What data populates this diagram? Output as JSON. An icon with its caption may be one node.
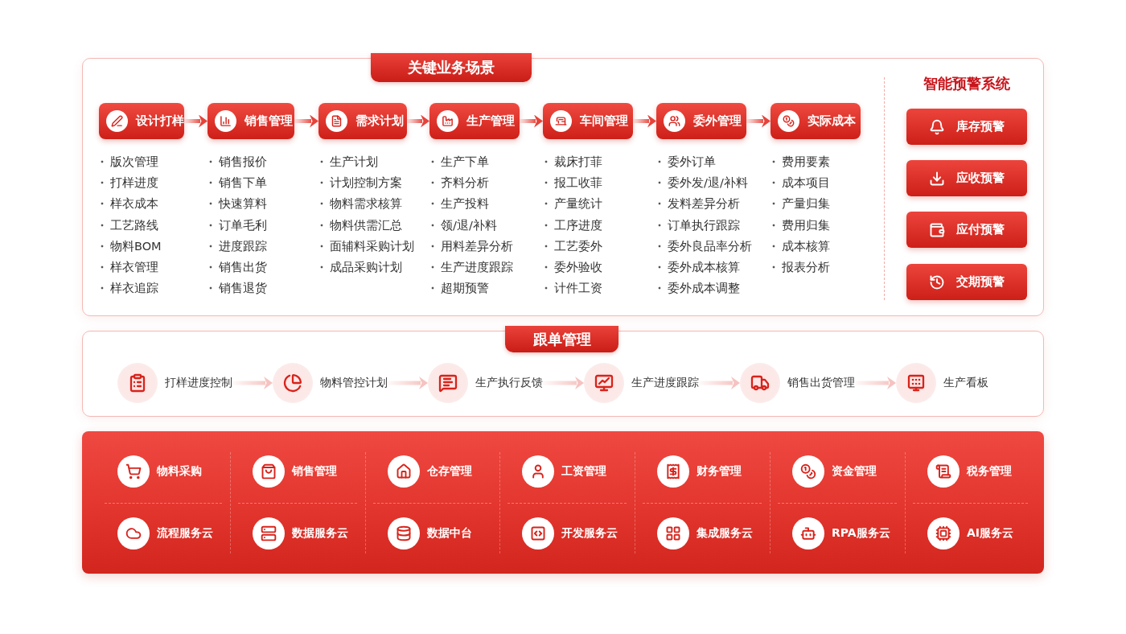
{
  "diagram": {
    "nodes": [
      {
        "text": [
          "关键业务场景"
        ]
      },
      {
        "text": [
          "设计打样"
        ],
        "in": 0,
        "beside": [
          "版次管理",
          "打样进度",
          "样衣成本",
          "工艺路线",
          "物料BOM",
          "样衣管理",
          "样衣追踪"
        ]
      },
      {
        "text": [
          "销售管理"
        ],
        "in": 0,
        "beside": [
          "销售报价",
          "销售下单",
          "快速算料",
          "订单毛利",
          "进度跟踪",
          "销售出货",
          "销售退货"
        ]
      },
      {
        "text": [
          "需求计划"
        ],
        "in": 0,
        "beside": [
          "生产计划",
          "计划控制方案",
          "物料需求核算",
          "物料供需汇总",
          "面辅料采购计划",
          "成品采购计划"
        ]
      },
      {
        "text": [
          "生产管理"
        ],
        "in": 0,
        "beside": [
          "生产下单",
          "齐料分析",
          "生产投料",
          "领/退/补料",
          "用料差异分析",
          "生产进度跟踪",
          "超期预警"
        ]
      },
      {
        "text": [
          "车间管理"
        ],
        "in": 0,
        "beside": [
          "裁床打菲",
          "报工收菲",
          "产量统计",
          "工序进度",
          "工艺委外",
          "委外验收",
          "计件工资"
        ]
      },
      {
        "text": [
          "委外管理"
        ],
        "in": 0,
        "beside": [
          "委外订单",
          "委外发/退/补料",
          "发料差异分析",
          "订单执行跟踪",
          "委外良品率分析",
          "委外成本核算",
          "委外成本调整"
        ]
      },
      {
        "text": [
          "实际成本"
        ],
        "in": 0,
        "beside": [
          "费用要素",
          "成本项目",
          "产量归集",
          "费用归集",
          "成本核算",
          "报表分析"
        ]
      },
      {
        "text": [
          "库存预警"
        ],
        "in": 0
      },
      {
        "text": [
          "应收预警"
        ],
        "in": 0
      },
      {
        "text": [
          "应付预警"
        ],
        "in": 0
      },
      {
        "text": [
          "交期预警"
        ],
        "in": 0
      },
      {
        "text": [
          "跟单管理"
        ]
      },
      {
        "text": [
          "打样进度控制"
        ],
        "in": 12
      },
      {
        "text": [
          "物料管控计划"
        ],
        "in": 12
      },
      {
        "text": [
          "生产执行反馈"
        ],
        "in": 12
      },
      {
        "text": [
          "生产进度跟踪"
        ],
        "in": 12
      },
      {
        "text": [
          "销售出货管理"
        ],
        "in": 12
      },
      {
        "text": [
          "生产看板"
        ],
        "in": 12
      },
      {
        "text": [],
        "shape": "box"
      },
      {
        "text": [
          "物料采购"
        ],
        "in": 19
      },
      {
        "text": [
          "销售管理"
        ],
        "in": 19
      },
      {
        "text": [
          "仓存管理"
        ],
        "in": 19
      },
      {
        "text": [
          "工资管理"
        ],
        "in": 19
      },
      {
        "text": [
          "财务管理"
        ],
        "in": 19
      },
      {
        "text": [
          "资金管理"
        ],
        "in": 19
      },
      {
        "text": [
          "税务管理"
        ],
        "in": 19
      },
      {
        "text": [
          "流程服务云"
        ],
        "in": 19
      },
      {
        "text": [
          "数据服务云"
        ],
        "in": 19
      },
      {
        "text": [
          "数据中台"
        ],
        "in": 19
      },
      {
        "text": [
          "开发服务云"
        ],
        "in": 19
      },
      {
        "text": [
          "集成服务云"
        ],
        "in": 19
      },
      {
        "text": [
          "RPA服务云"
        ],
        "in": 19
      },
      {
        "text": [
          "AI服务云"
        ],
        "in": 19
      }
    ],
    "edges": [
      {
        "from": 1,
        "to": 2,
        "arrow": "to"
      },
      {
        "from": 2,
        "to": 3,
        "arrow": "to"
      },
      {
        "from": 3,
        "to": 4,
        "arrow": "to"
      },
      {
        "from": 4,
        "to": 5,
        "arrow": "to"
      },
      {
        "from": 5,
        "to": 6,
        "arrow": "to"
      },
      {
        "from": 6,
        "to": 7,
        "arrow": "to"
      },
      {
        "from": 13,
        "to": 14,
        "arrow": "to",
        "color": "#f5c3c0"
      },
      {
        "from": 14,
        "to": 15,
        "arrow": "to",
        "color": "#f5c3c0"
      },
      {
        "from": 15,
        "to": 16,
        "arrow": "to",
        "color": "#f5c3c0"
      },
      {
        "from": 16,
        "to": 17,
        "arrow": "to",
        "color": "#f5c3c0"
      },
      {
        "from": 17,
        "to": 18,
        "arrow": "to",
        "color": "#f5c3c0"
      }
    ],
    "labels": [
      "智能预警系统"
    ]
  }
}
